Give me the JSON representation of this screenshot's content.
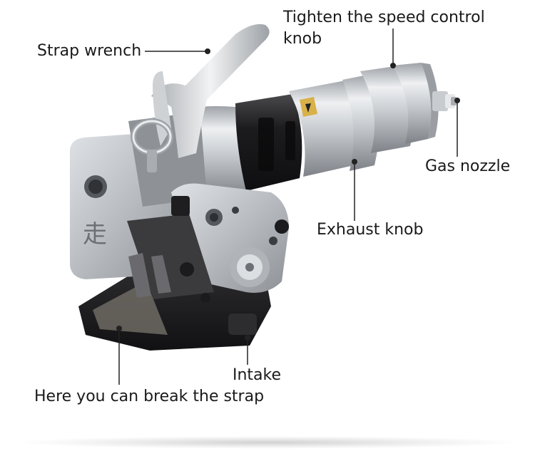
{
  "labels": {
    "strap_wrench": "Strap wrench",
    "speed_knob_line1": "Tighten the speed control",
    "speed_knob_line2": "knob",
    "gas_nozzle": "Gas nozzle",
    "exhaust_knob": "Exhaust knob",
    "intake": "Intake",
    "break_strap": "Here you can break the strap"
  },
  "colors": {
    "background": "#ffffff",
    "callout_line": "#222222",
    "callout_dot": "#222222",
    "label_text": "#1a1a1a",
    "body_silver": "#c9ccd0",
    "body_dark": "#2b2b2d",
    "base_black": "#1e1e20"
  },
  "logo_glyph": "走"
}
